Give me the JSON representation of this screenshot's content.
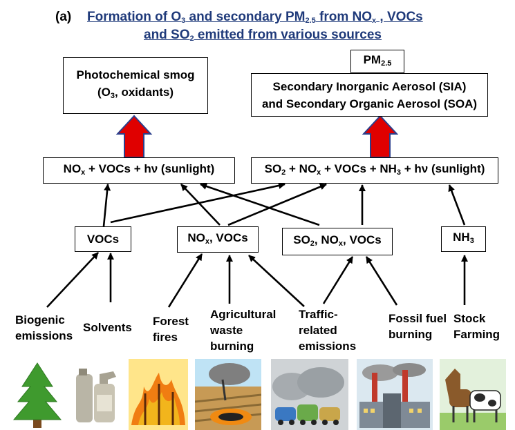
{
  "panel": "(a)",
  "title": {
    "l1a": "Formation of O",
    "l1s1": "3",
    "l1b": " and secondary PM",
    "l1s2": "2.5",
    "l1c": " from NO",
    "l1s3": "x",
    "l1d": " , VOCs",
    "l2a": "and SO",
    "l2s1": "2",
    "l2b": " emitted from various sources"
  },
  "outputs": {
    "smog_line1": "Photochemical smog",
    "smog_line2a": "(O",
    "smog_line2s": "3",
    "smog_line2b": ", oxidants)",
    "pm_a": "PM",
    "pm_s": "2.5",
    "aerosol_line1": "Secondary Inorganic Aerosol (SIA)",
    "aerosol_line2": "and Secondary Organic Aerosol (SOA)"
  },
  "reactions": {
    "left_a": "NO",
    "left_s": "x",
    "left_b": " + VOCs + hν (sunlight)",
    "right_a": "SO",
    "right_s1": "2",
    "right_b": " + NO",
    "right_s2": "x",
    "right_c": " + VOCs + NH",
    "right_s3": "3",
    "right_d": " + hν (sunlight)"
  },
  "precursors": {
    "vocs": "VOCs",
    "nox_a": "NO",
    "nox_s": "x",
    "nox_b": ", VOCs",
    "so2_a": "SO",
    "so2_s1": "2",
    "so2_b": ", NO",
    "so2_s2": "x",
    "so2_c": ", VOCs",
    "nh3_a": "NH",
    "nh3_s": "3"
  },
  "sources": {
    "biogenic": [
      "Biogenic",
      "emissions"
    ],
    "solvents": [
      "Solvents"
    ],
    "forest": [
      "Forest",
      "fires"
    ],
    "agri": [
      "Agricultural",
      "waste",
      "burning"
    ],
    "traffic": [
      "Traffic-",
      "related",
      "emissions"
    ],
    "fossil": [
      "Fossil fuel",
      "burning"
    ],
    "stock": [
      "Stock",
      "Farming"
    ]
  },
  "colors": {
    "title": "#1f3a7a",
    "arrow_fill": "#e00000",
    "arrow_outline": "#2b3f8c"
  },
  "images": [
    "pine-tree-icon",
    "spray-bottles-icon",
    "forest-fire-icon",
    "agricultural-burning-icon",
    "traffic-smog-icon",
    "factory-smoke-icon",
    "horse-cow-icon"
  ]
}
